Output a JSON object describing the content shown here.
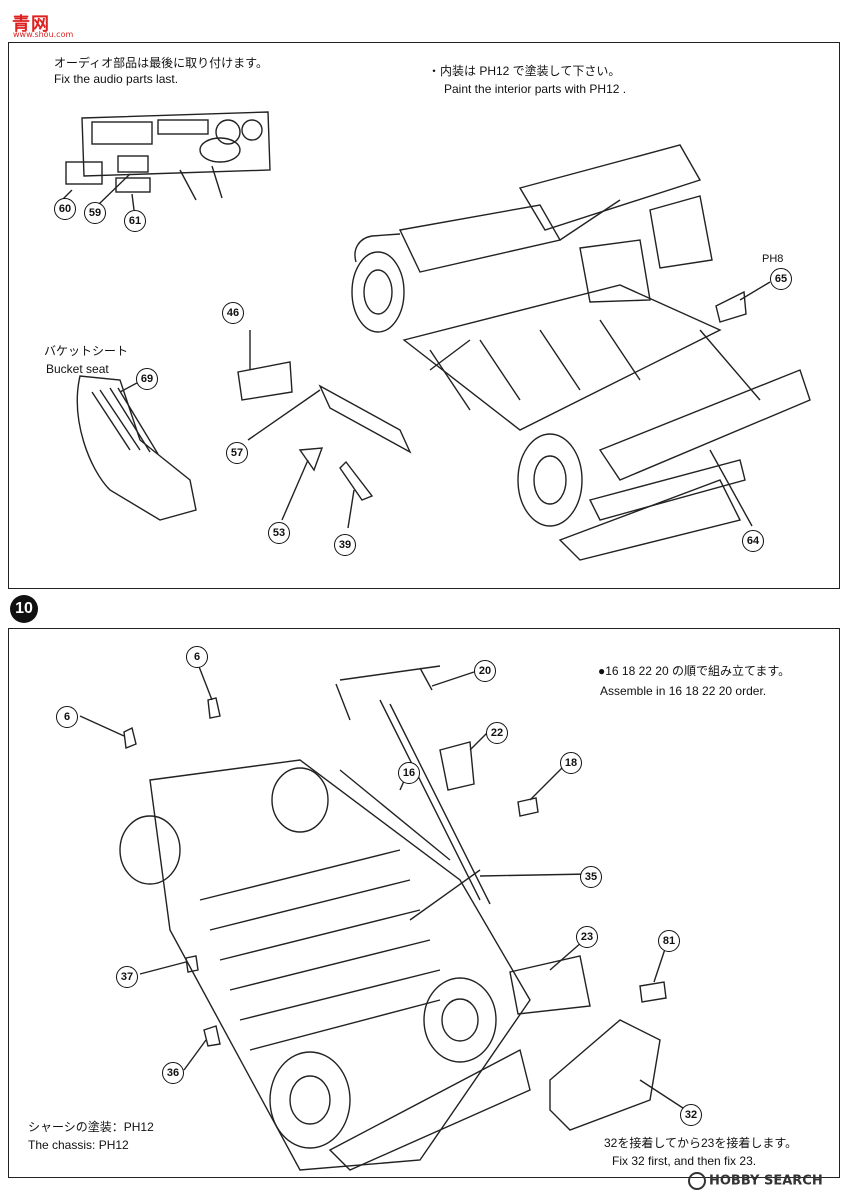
{
  "watermark": {
    "main": "青网",
    "sub": "www.shou.com"
  },
  "top_panel": {
    "audio_jp": "オーディオ部品は最後に取り付けます。",
    "audio_en": "Fix the audio parts last.",
    "paint_jp": "・内装は PH12 で塗装して下さい。",
    "paint_en": "Paint the interior parts with PH12 .",
    "bucket_jp": "バケットシート",
    "bucket_en": "Bucket seat",
    "ph8": "PH8",
    "callouts": [
      "60",
      "59",
      "61",
      "46",
      "69",
      "57",
      "53",
      "39",
      "65",
      "64"
    ]
  },
  "step": "10",
  "bottom_panel": {
    "assemble_jp": "●16 18 22 20 の順で組み立てます。",
    "assemble_en": "Assemble in 16 18 22 20 order.",
    "chassis_jp": "シャーシの塗装：PH12",
    "chassis_en": "The chassis: PH12",
    "fix_jp": "32を接着してから23を接着します。",
    "fix_en": "Fix 32 first, and then fix 23.",
    "callouts": [
      "6",
      "6",
      "20",
      "22",
      "16",
      "18",
      "35",
      "37",
      "23",
      "81",
      "36",
      "32"
    ]
  },
  "brand": "HOBBY SEARCH",
  "colors": {
    "ink": "#111111",
    "paper": "#ffffff",
    "wm": "#dd2222"
  }
}
